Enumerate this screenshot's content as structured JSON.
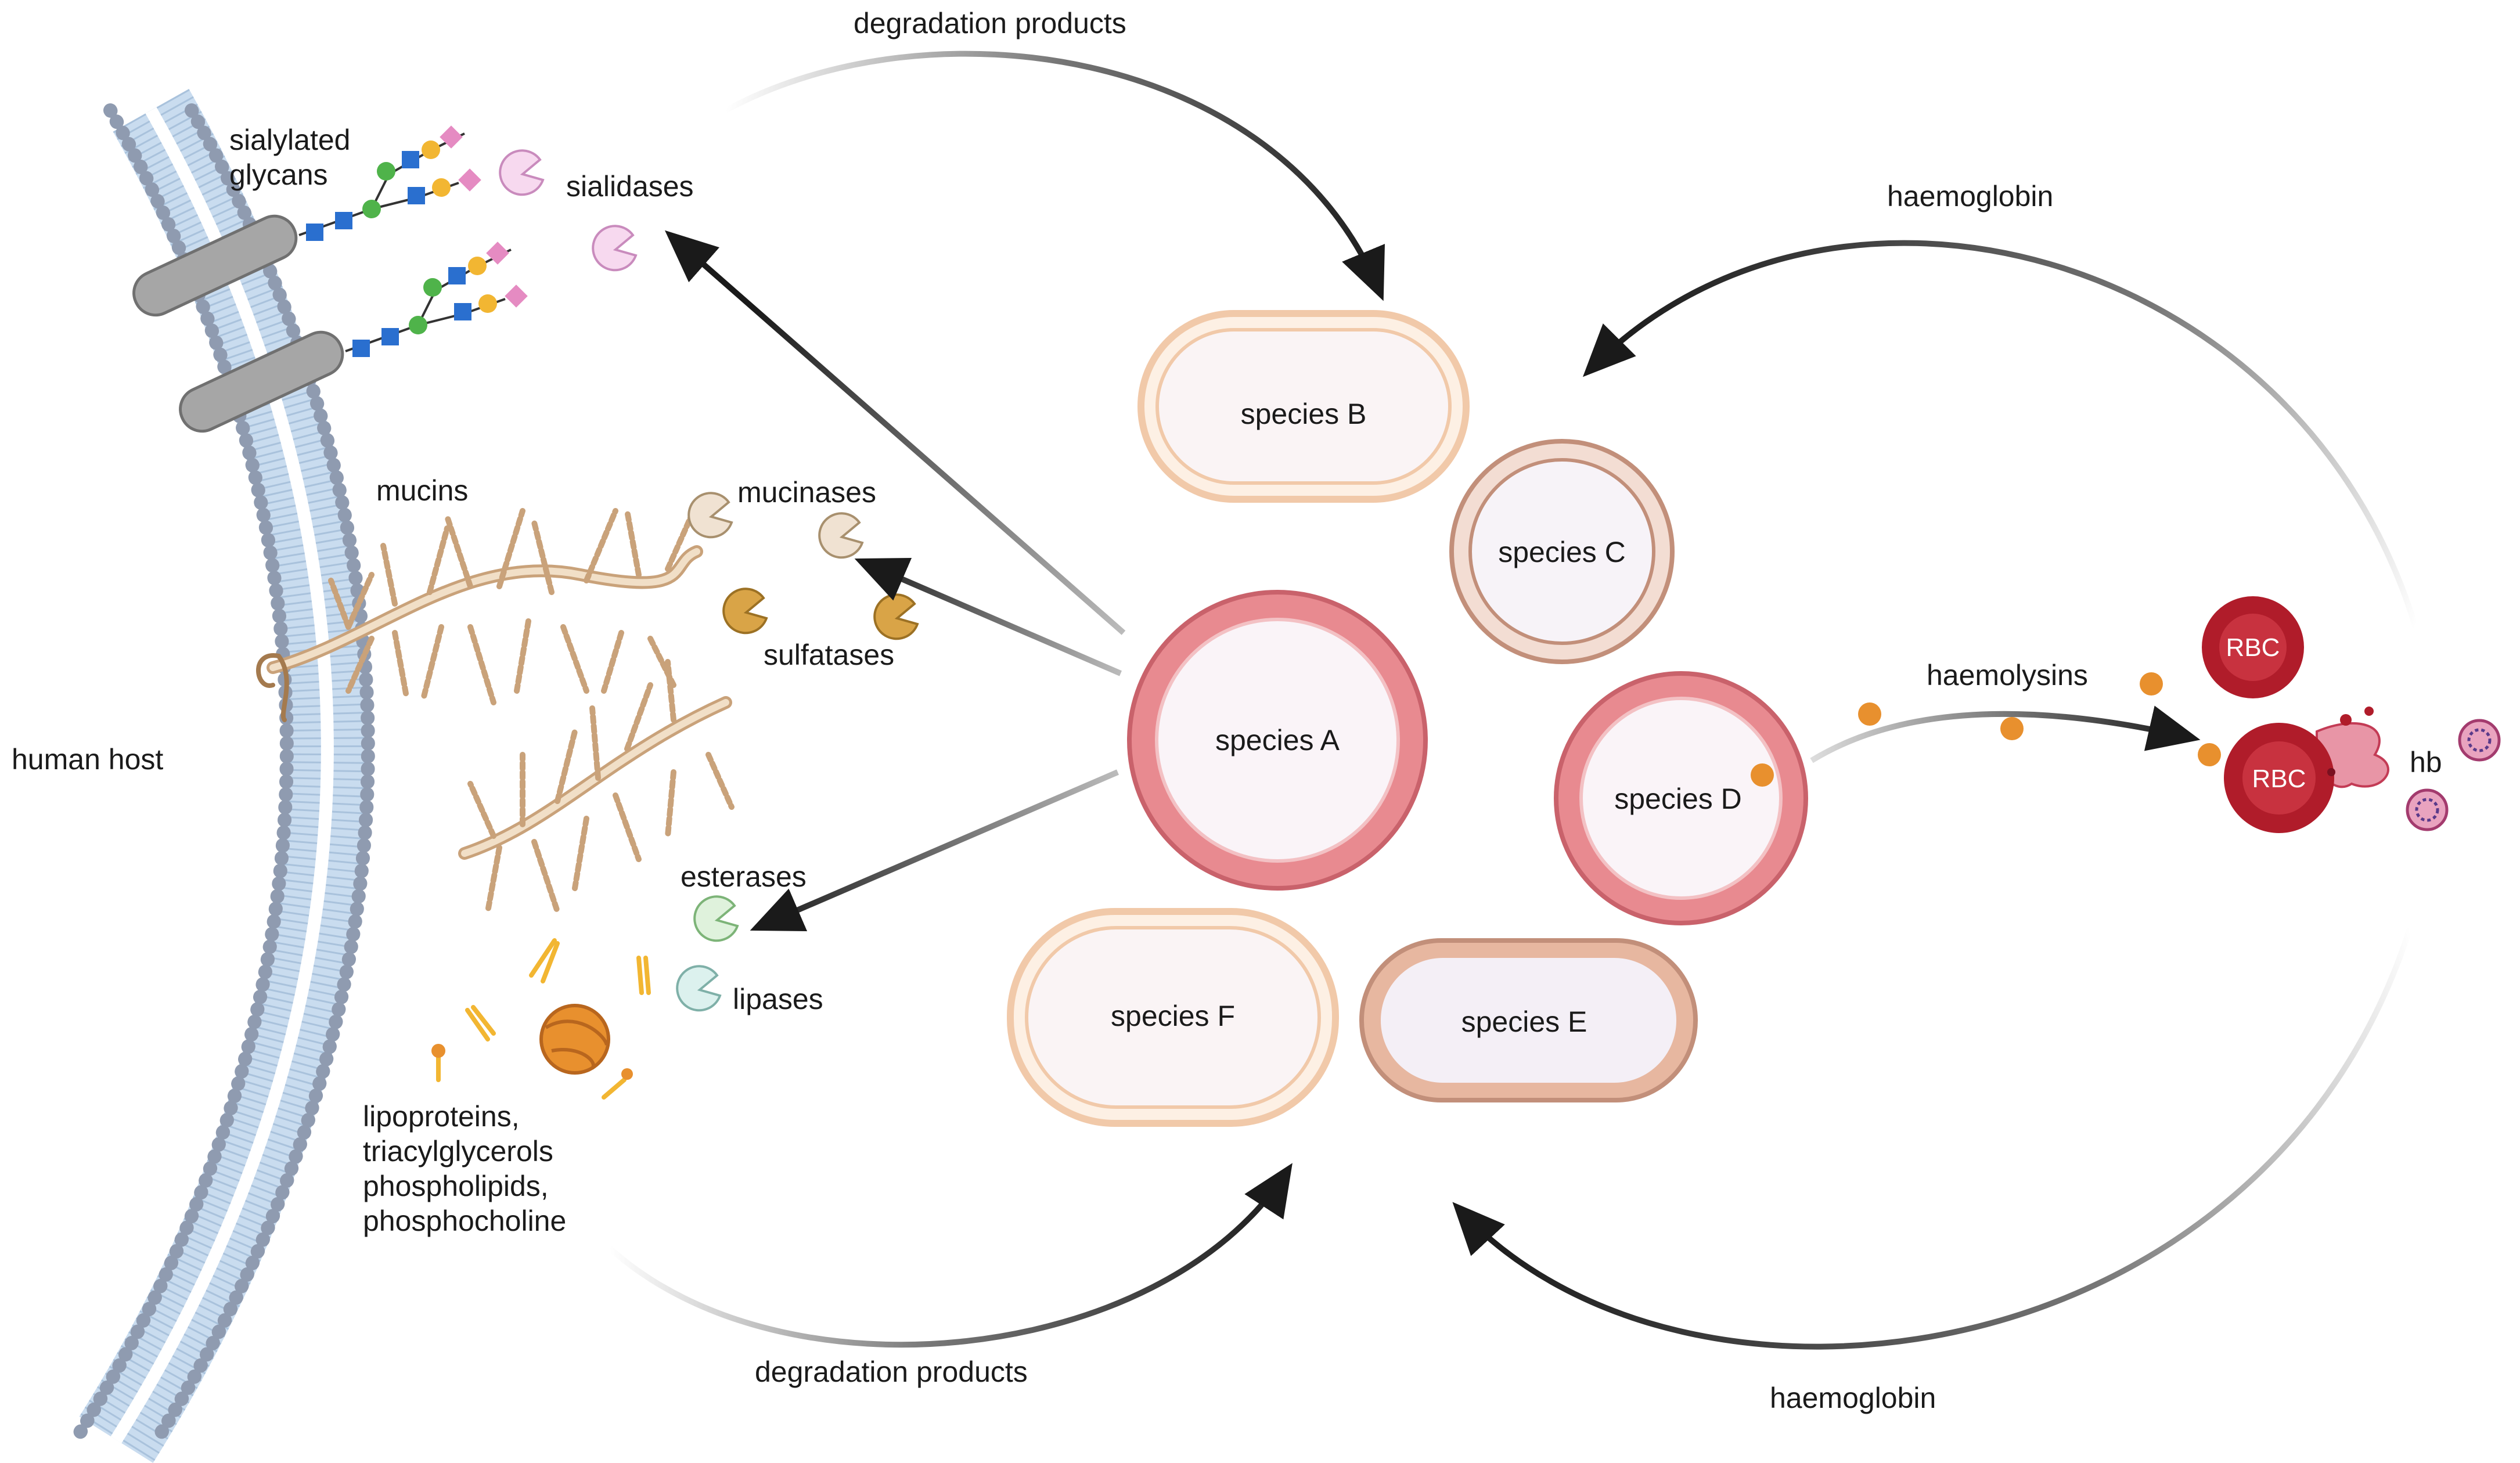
{
  "labels": {
    "human_host": "human host",
    "sialylated_glycans_line1": "sialylated",
    "sialylated_glycans_line2": "glycans",
    "sialidases": "sialidases",
    "mucins": "mucins",
    "mucinases": "mucinases",
    "sulfatases": "sulfatases",
    "esterases": "esterases",
    "lipases": "lipases",
    "lipids_line1": "lipoproteins,",
    "lipids_line2": "triacylglycerols",
    "lipids_line3": "phospholipids,",
    "lipids_line4": "phosphocholine",
    "degradation_top": "degradation products",
    "degradation_bottom": "degradation products",
    "haemoglobin_top": "haemoglobin",
    "haemoglobin_bottom": "haemoglobin",
    "haemolysins": "haemolysins",
    "rbc_top": "RBC",
    "rbc_lysed": "RBC",
    "hb": "hb"
  },
  "species": {
    "a": "species A",
    "b": "species B",
    "c": "species C",
    "d": "species D",
    "e": "species E",
    "f": "species F"
  },
  "colors": {
    "membrane_head": "#8f9bb0",
    "membrane_tail": "#c9dcef",
    "receptor": "#a6a6a6",
    "species_red": "#e88a90",
    "species_peach": "#f4d3b8",
    "species_brown": "#d9a88e",
    "rbc": "#b01c2a",
    "arrow": "#1a1a1a",
    "mucin": "#c9a27a",
    "haemolysin": "#e8902e"
  }
}
